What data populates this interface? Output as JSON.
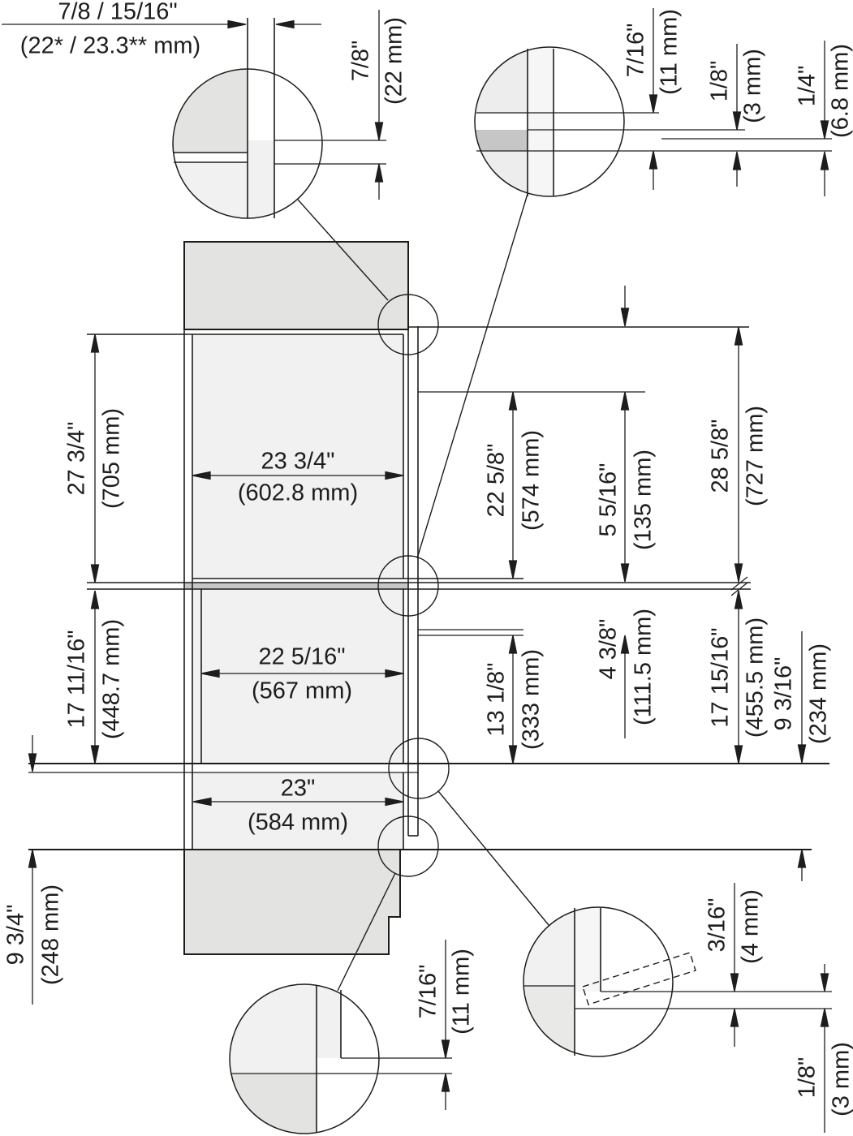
{
  "dims": {
    "trim_width": {
      "in": "7/8 / 15/16\"",
      "mm": "(22* / 23.3** mm)"
    },
    "trim_overlap": {
      "in": "7/8\"",
      "mm": "(22 mm)"
    },
    "gap_top_a": {
      "in": "7/16\"",
      "mm": "(11 mm)"
    },
    "gap_top_b": {
      "in": "1/8\"",
      "mm": "(3 mm)"
    },
    "gap_top_c": {
      "in": "1/4\"",
      "mm": "(6.8 mm)"
    },
    "upper_niche_height": {
      "in": "27 3/4\"",
      "mm": "(705 mm)"
    },
    "upper_niche_width": {
      "in": "23 3/4\"",
      "mm": "(602.8 mm)"
    },
    "upper_front_height": {
      "in": "22 5/8\"",
      "mm": "(574 mm)"
    },
    "control_panel_height": {
      "in": "5 5/16\"",
      "mm": "(135 mm)"
    },
    "upper_total_height": {
      "in": "28 5/8\"",
      "mm": "(727 mm)"
    },
    "lower_niche_height": {
      "in": "17 11/16\"",
      "mm": "(448.7 mm)"
    },
    "lower_niche_width": {
      "in": "22 5/16\"",
      "mm": "(567 mm)"
    },
    "lower_front_height": {
      "in": "13 1/8\"",
      "mm": "(333 mm)"
    },
    "lower_gap": {
      "in": "4 3/8\"",
      "mm": "(111.5 mm)"
    },
    "lower_total_height": {
      "in": "17 15/16\"",
      "mm": "(455.5 mm)"
    },
    "counter_height_right": {
      "in": "9 3/16\"",
      "mm": "(234 mm)"
    },
    "base_niche_width": {
      "in": "23\"",
      "mm": "(584 mm)"
    },
    "counter_height_left": {
      "in": "9 3/4\"",
      "mm": "(248 mm)"
    },
    "bottom_overlap": {
      "in": "7/16\"",
      "mm": "(11 mm)"
    },
    "bottom_gap_a": {
      "in": "3/16\"",
      "mm": "(4 mm)"
    },
    "bottom_gap_b": {
      "in": "1/8\"",
      "mm": "(3 mm)"
    }
  }
}
